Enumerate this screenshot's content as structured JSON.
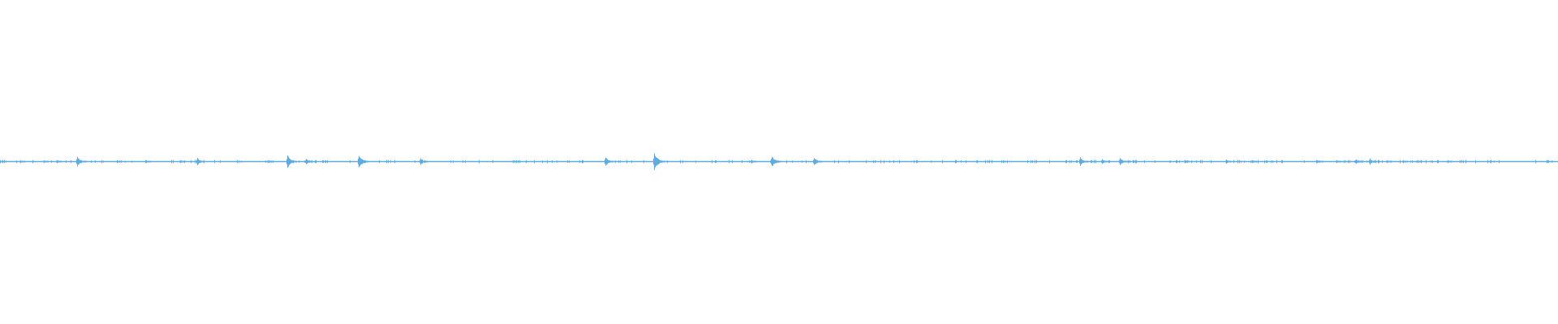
{
  "waveform": {
    "color": "#5dade2",
    "background": "#ffffff",
    "bins": 1920,
    "peaks": [
      {
        "bin": 25,
        "amp": 0.01
      },
      {
        "bin": 54,
        "amp": 0.01
      },
      {
        "bin": 70,
        "amp": 0.01
      },
      {
        "bin": 95,
        "amp": 0.03
      },
      {
        "bin": 180,
        "amp": 0.01
      },
      {
        "bin": 222,
        "amp": 0.01
      },
      {
        "bin": 243,
        "amp": 0.025
      },
      {
        "bin": 330,
        "amp": 0.01
      },
      {
        "bin": 354,
        "amp": 0.04
      },
      {
        "bin": 377,
        "amp": 0.02
      },
      {
        "bin": 442,
        "amp": 0.04
      },
      {
        "bin": 518,
        "amp": 0.025
      },
      {
        "bin": 746,
        "amp": 0.03
      },
      {
        "bin": 806,
        "amp": 0.052
      },
      {
        "bin": 926,
        "amp": 0.012
      },
      {
        "bin": 951,
        "amp": 0.035
      },
      {
        "bin": 1003,
        "amp": 0.028
      },
      {
        "bin": 1331,
        "amp": 0.028
      },
      {
        "bin": 1358,
        "amp": 0.015
      },
      {
        "bin": 1380,
        "amp": 0.028
      },
      {
        "bin": 1460,
        "amp": 0.01
      },
      {
        "bin": 1511,
        "amp": 0.015
      },
      {
        "bin": 1543,
        "amp": 0.01
      },
      {
        "bin": 1625,
        "amp": 0.008
      },
      {
        "bin": 1647,
        "amp": 0.01
      },
      {
        "bin": 1671,
        "amp": 0.015
      },
      {
        "bin": 1688,
        "amp": 0.02
      },
      {
        "bin": 1709,
        "amp": 0.01
      },
      {
        "bin": 1729,
        "amp": 0.01
      },
      {
        "bin": 1747,
        "amp": 0.01
      },
      {
        "bin": 1784,
        "amp": 0.01
      }
    ]
  }
}
